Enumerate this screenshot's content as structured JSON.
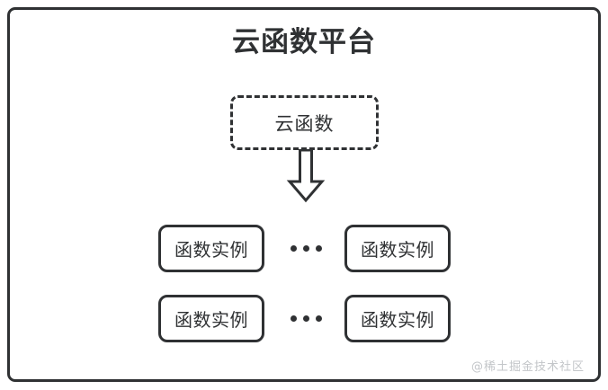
{
  "diagram": {
    "platform": {
      "title": "云函数平台",
      "border_color": "#2f3133",
      "background": "#ffffff"
    },
    "function_node": {
      "label": "云函数",
      "border_style": "dashed",
      "border_color": "#2f3133"
    },
    "arrow": {
      "name": "down-block-arrow",
      "direction": "down",
      "color": "#2f3133"
    },
    "instance_rows": [
      {
        "left_label": "函数实例",
        "ellipsis": "•••",
        "right_label": "函数实例"
      },
      {
        "left_label": "函数实例",
        "ellipsis": "•••",
        "right_label": "函数实例"
      }
    ],
    "watermark": "@稀土掘金技术社区"
  }
}
